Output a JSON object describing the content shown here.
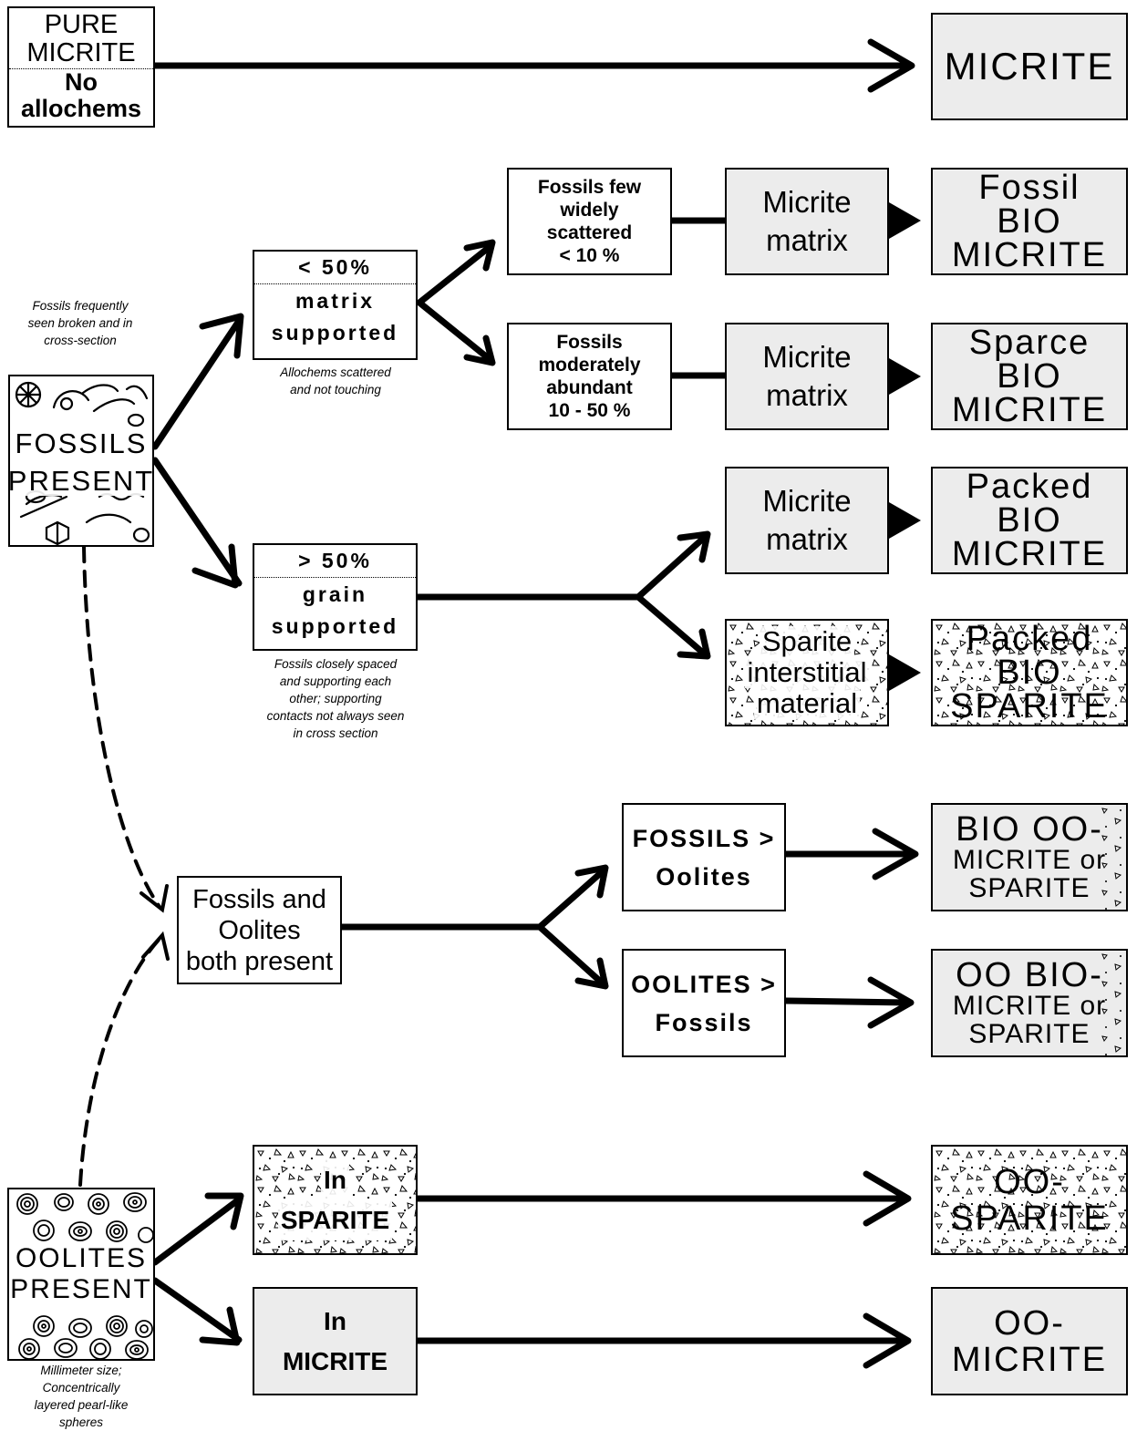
{
  "pure_micrite": {
    "line1": "PURE",
    "line2": "MICRITE",
    "line3": "No",
    "line4": "allochems"
  },
  "result_micrite": "MICRITE",
  "fossils_present": {
    "line1": "FOSSILS",
    "line2": "PRESENT",
    "note": "Fossils frequently seen broken and in cross-section"
  },
  "matrix_supported": {
    "pct": "< 50%",
    "line1": "matrix",
    "line2": "supported",
    "note": "Allochems scattered and not touching"
  },
  "grain_supported": {
    "pct": "> 50%",
    "line1": "grain",
    "line2": "supported",
    "note": "Fossils closely spaced and supporting each other; supporting contacts not always seen in cross section"
  },
  "fossils_few": {
    "l1": "Fossils few",
    "l2": "widely",
    "l3": "scattered",
    "l4": "< 10 %"
  },
  "fossils_moderate": {
    "l1": "Fossils",
    "l2": "moderately",
    "l3": "abundant",
    "l4": "10 - 50 %"
  },
  "micrite_matrix": {
    "l1": "Micrite",
    "l2": "matrix"
  },
  "sparite_interstitial": {
    "l1": "Sparite",
    "l2": "interstitial",
    "l3": "material"
  },
  "results_bio": {
    "fossil": [
      "Fossil",
      "BIO",
      "MICRITE"
    ],
    "sparce": [
      "Sparce",
      "BIO",
      "MICRITE"
    ],
    "packed_micrite": [
      "Packed",
      "BIO",
      "MICRITE"
    ],
    "packed_sparite": [
      "Packed",
      "BIO",
      "SPARITE"
    ]
  },
  "fossils_oolites_both": {
    "l1": "Fossils and",
    "l2": "Oolites",
    "l3": "both present"
  },
  "fossils_gt_oolites": {
    "l1": "FOSSILS >",
    "l2": "Oolites"
  },
  "oolites_gt_fossils": {
    "l1": "OOLITES >",
    "l2": "Fossils"
  },
  "result_bio_oo": {
    "l1": "BIO OO-",
    "l2": "MICRITE or",
    "l3": "SPARITE"
  },
  "result_oo_bio": {
    "l1": "OO BIO-",
    "l2": "MICRITE or",
    "l3": "SPARITE"
  },
  "oolites_present": {
    "line1": "OOLITES",
    "line2": "PRESENT",
    "note": "Millimeter size; Concentrically layered pearl-like spheres"
  },
  "in_sparite": {
    "l1": "In",
    "l2": "SPARITE"
  },
  "in_micrite": {
    "l1": "In",
    "l2": "MICRITE"
  },
  "result_oosparite": {
    "l1": "OO-",
    "l2": "SPARITE"
  },
  "result_oomicrite": {
    "l1": "OO-",
    "l2": "MICRITE"
  }
}
